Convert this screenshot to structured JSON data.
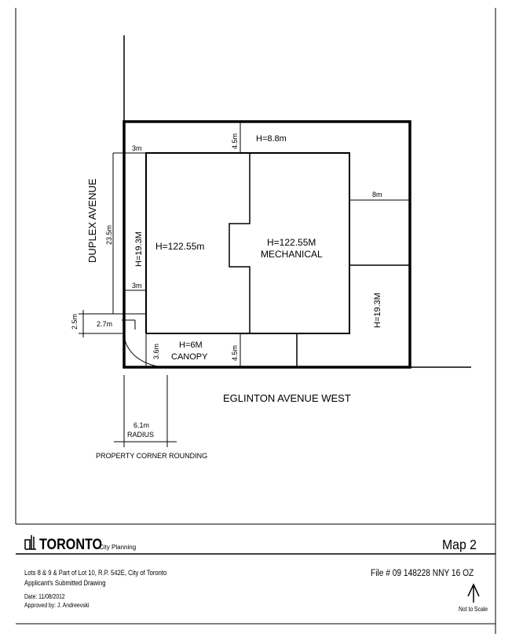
{
  "diagram": {
    "street_left": "DUPLEX   AVENUE",
    "street_bottom": "EGLINTON    AVENUE    WEST",
    "labels": {
      "h_tower": "H=122.55m",
      "h_mech": "H=122.55M",
      "mech": "MECHANICAL",
      "h_top": "H=8.8m",
      "h_left": "H=19.3M",
      "h_right": "H=19.3M",
      "h_canopy": "H=6M",
      "canopy": "CANOPY"
    },
    "dims": {
      "d3m_top": "3m",
      "d3m_mid": "3m",
      "d23_5": "23.5m",
      "d2_5": "2.5m",
      "d2_7": "2.7m",
      "d3_6": "3.6m",
      "d4_5_top": "4.5m",
      "d4_5_bottom": "4.5m",
      "d8m": "8m",
      "d6_1": "6.1m",
      "radius": "RADIUS"
    },
    "corner_note": "PROPERTY CORNER ROUNDING"
  },
  "footer": {
    "logo": "TORONTO",
    "dept": "City Planning",
    "map": "Map 2",
    "lots": "Lots 8 & 9 & Part of Lot 10, R.P. 542E, City of Toronto",
    "subtitle": "Applicant's Submitted Drawing",
    "date": "Date:  11/08/2012",
    "approved": "Approved by:  J. Andreevski",
    "file": "File # 09 148228 NNY 16 OZ",
    "scale": "Not to Scale"
  }
}
